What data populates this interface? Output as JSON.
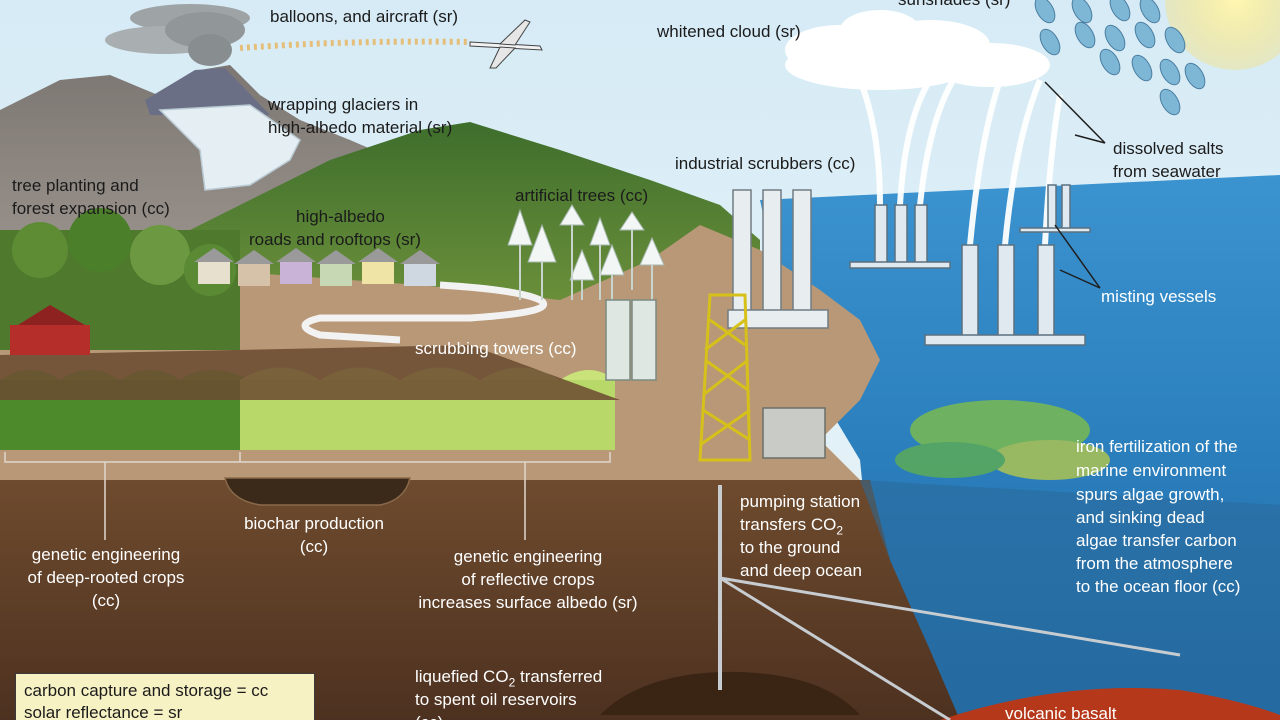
{
  "labels": {
    "balloons": "balloons, and aircraft (sr)",
    "whitened_cloud": "whitened cloud (sr)",
    "sunshades": "sunshades (sr)",
    "wrapping_glaciers_1": "wrapping glaciers in",
    "wrapping_glaciers_2": "high-albedo material (sr)",
    "dissolved_salts_1": "dissolved salts",
    "dissolved_salts_2": "from seawater",
    "industrial_scrubbers": "industrial scrubbers (cc)",
    "tree_planting_1": "tree planting and",
    "tree_planting_2": "forest expansion (cc)",
    "artificial_trees": "artificial trees (cc)",
    "high_albedo_1": "high-albedo",
    "high_albedo_2": "roads and rooftops (sr)",
    "misting_vessels": "misting vessels",
    "scrubbing_towers": "scrubbing towers (cc)",
    "iron_fert": [
      "iron fertilization of the",
      "marine environment",
      "spurs algae growth,",
      "and sinking dead",
      "algae transfer carbon",
      "from the atmosphere",
      "to the ocean floor (cc)"
    ],
    "pumping_1": "pumping station",
    "pumping_2_pre": "transfers CO",
    "pumping_2_sub": "2",
    "pumping_3": "to the ground",
    "pumping_4": "and deep ocean",
    "biochar_1": "biochar production",
    "biochar_2": "(cc)",
    "deep_rooted": [
      "genetic engineering",
      "of deep-rooted crops",
      "(cc)"
    ],
    "reflective": [
      "genetic engineering",
      "of reflective crops",
      "increases surface albedo (sr)"
    ],
    "liquefied_1_pre": "liquefied CO",
    "liquefied_1_sub": "2",
    "liquefied_1_post": " transferred",
    "liquefied_2": "to spent oil reservoirs",
    "liquefied_3": "(cc)",
    "volcanic_basalt": "volcanic basalt"
  },
  "legend": {
    "line1": "carbon capture and storage = cc",
    "line2": "solar reflectance = sr"
  },
  "colors": {
    "sky": "#cfe6f2",
    "ocean": "#2f86c4",
    "soil": "#6b4a2e",
    "legend_bg": "#f7f2c4",
    "basalt": "#b6381a"
  }
}
